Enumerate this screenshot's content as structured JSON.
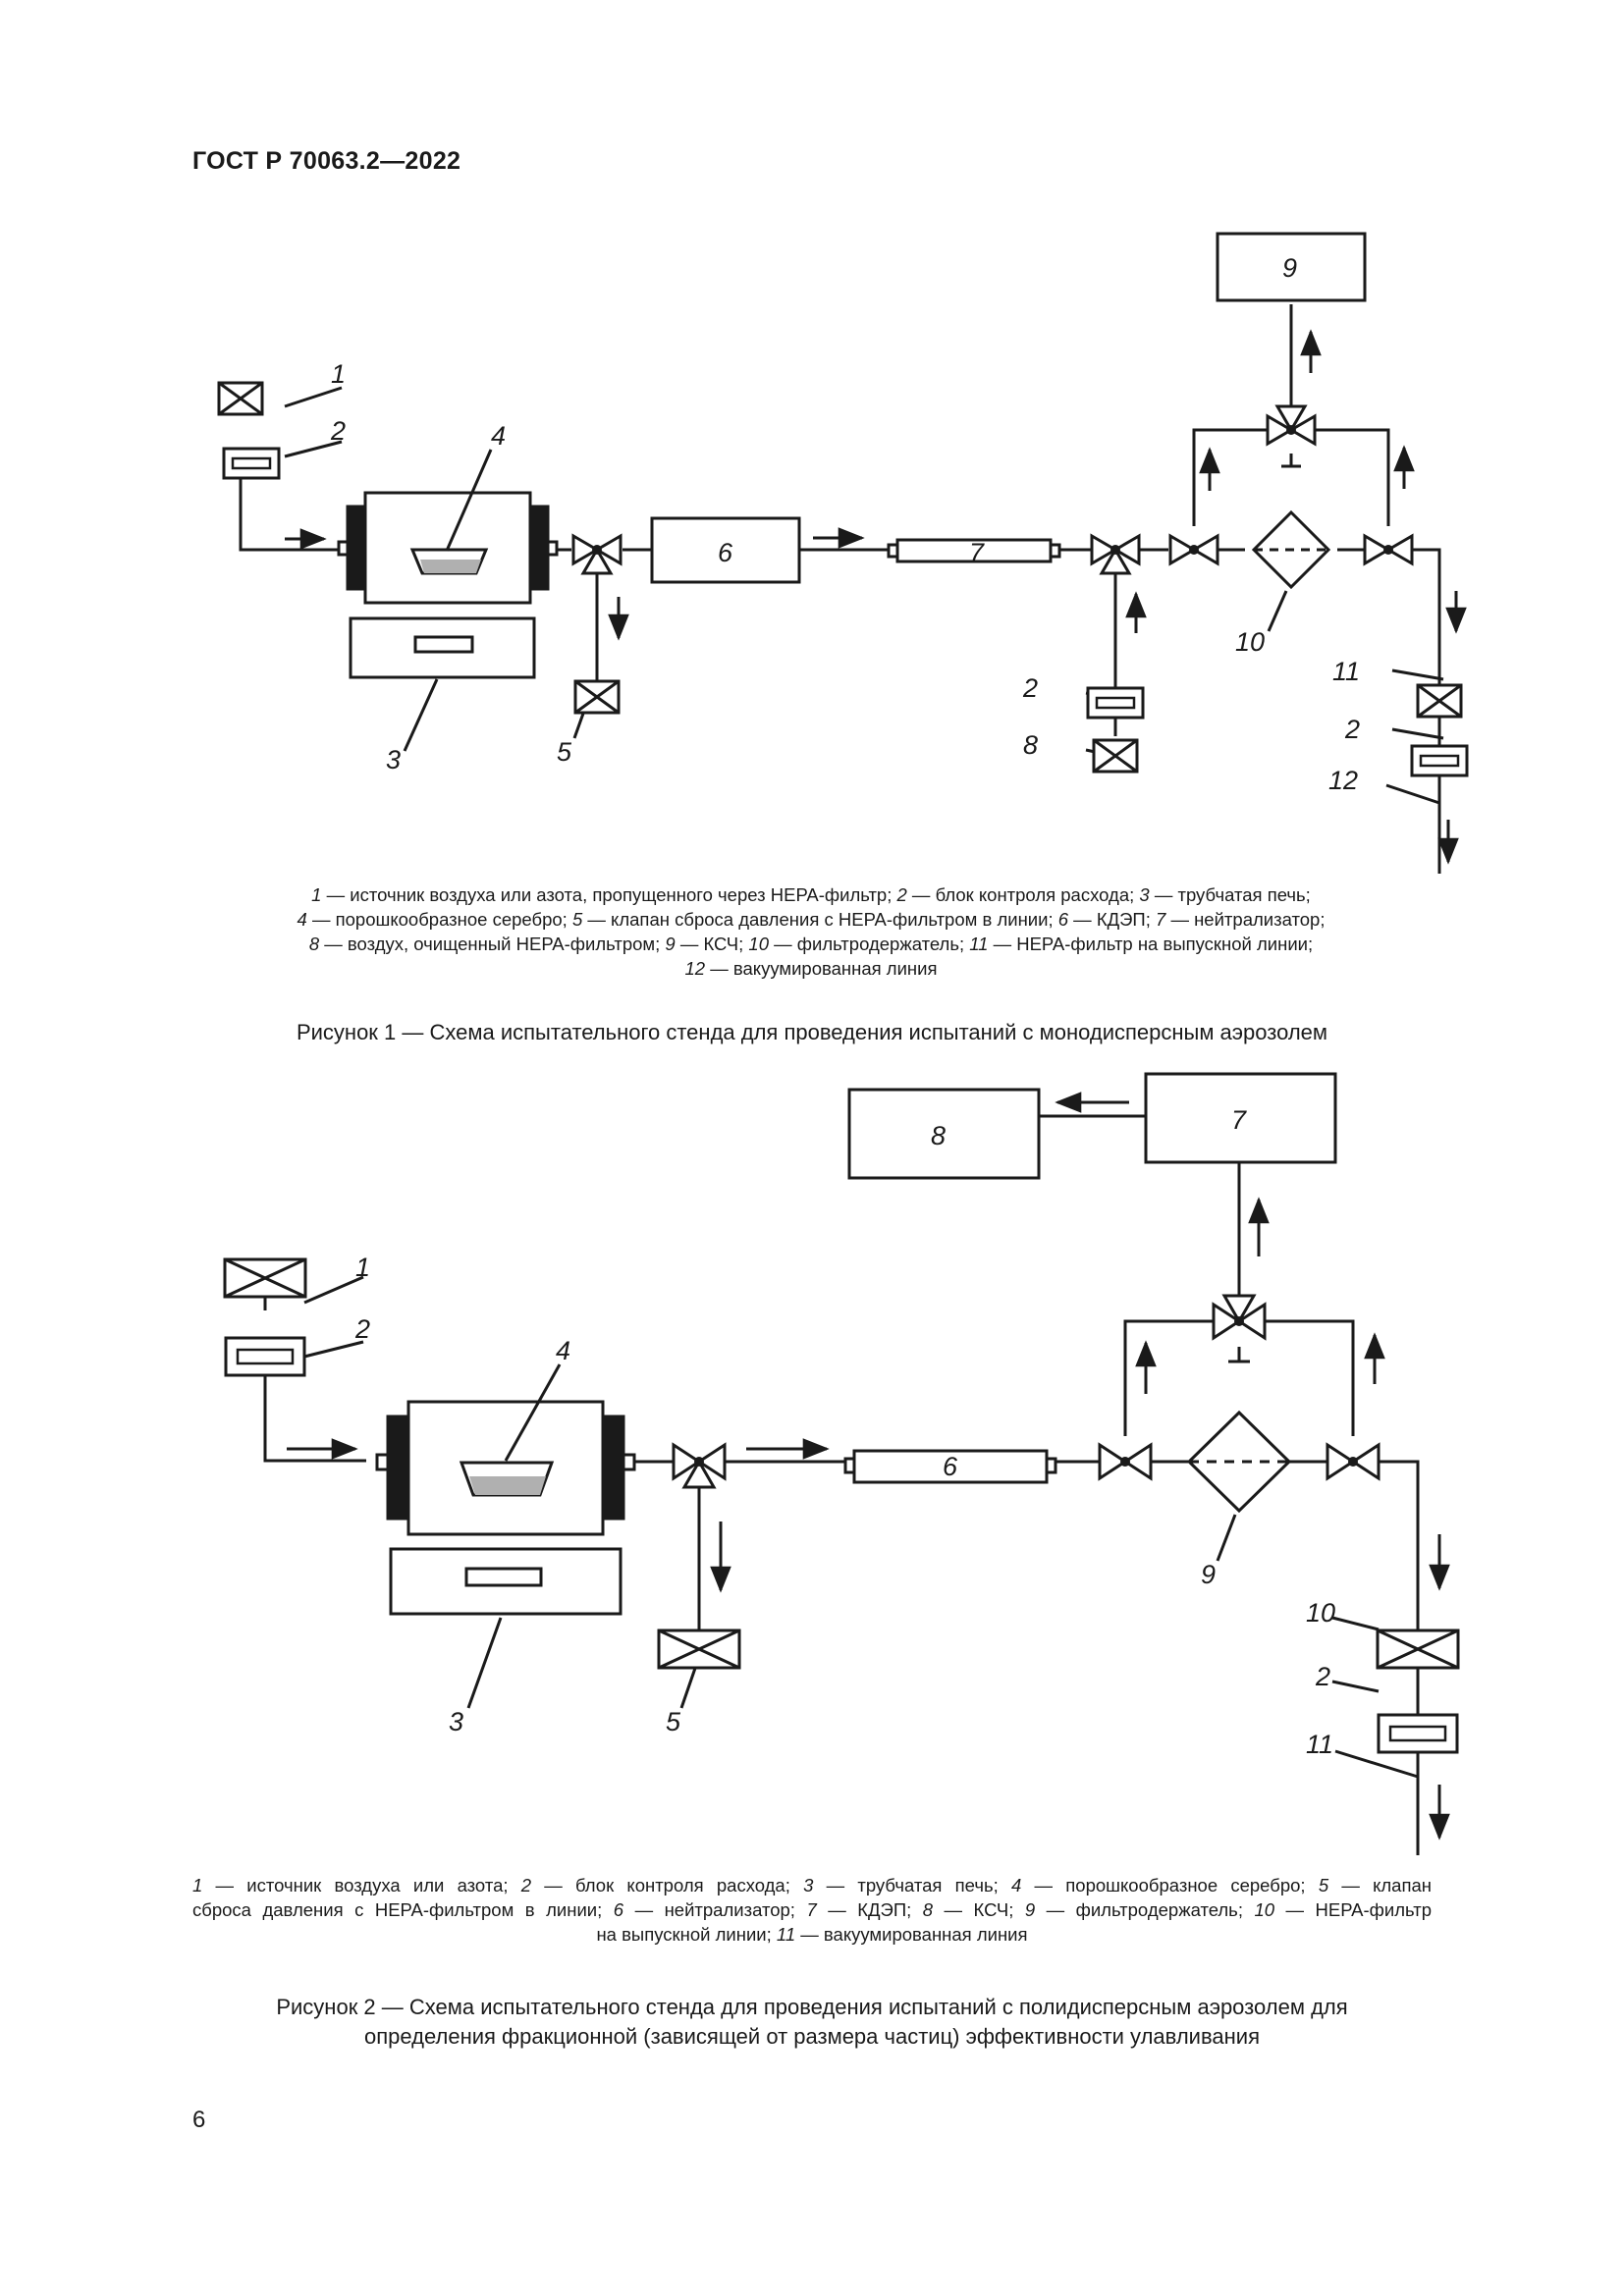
{
  "header": {
    "doc_id": "ГОСТ Р 70063.2—2022"
  },
  "figure1": {
    "labels": {
      "l1": "1",
      "l2a": "2",
      "l2b": "2",
      "l2c": "2",
      "l3": "3",
      "l4": "4",
      "l5": "5",
      "l6": "6",
      "l7": "7",
      "l8": "8",
      "l9": "9",
      "l10": "10",
      "l11": "11",
      "l12": "12"
    },
    "legend": [
      {
        "n": "1",
        "t": " — источник воздуха или азота, пропущенного через HEPA-фильтр; "
      },
      {
        "n": "2",
        "t": " — блок контроля расхода; "
      },
      {
        "n": "3",
        "t": " — трубчатая печь;"
      },
      {
        "n": "4",
        "t": " — порошкообразное серебро; "
      },
      {
        "n": "5",
        "t": " — клапан сброса давления с HEPA-фильтром в линии; "
      },
      {
        "n": "6",
        "t": " — КДЭП; "
      },
      {
        "n": "7",
        "t": " — нейтрализатор;"
      },
      {
        "n": "8",
        "t": " — воздух, очищенный HEPA-фильтром; "
      },
      {
        "n": "9",
        "t": " — КСЧ; "
      },
      {
        "n": "10",
        "t": " — фильтродержатель; "
      },
      {
        "n": "11",
        "t": " — HEPA-фильтр на выпускной линии;"
      },
      {
        "n": "12",
        "t": " — вакуумированная линия"
      }
    ],
    "caption": "Рисунок 1 — Схема испытательного стенда для проведения испытаний с монодисперсным аэрозолем"
  },
  "figure2": {
    "labels": {
      "l1": "1",
      "l2a": "2",
      "l2b": "2",
      "l3": "3",
      "l4": "4",
      "l5": "5",
      "l6": "6",
      "l7": "7",
      "l8": "8",
      "l9": "9",
      "l10": "10",
      "l11": "11"
    },
    "legend": [
      {
        "n": "1",
        "t": " — источник воздуха или азота; "
      },
      {
        "n": "2",
        "t": " — блок контроля расхода; "
      },
      {
        "n": "3",
        "t": " — трубчатая печь; "
      },
      {
        "n": "4",
        "t": " — порошкообразное серебро; "
      },
      {
        "n": "5",
        "t": " — клапан"
      },
      {
        "n": "",
        "t": "сброса давления с HEPA-фильтром в линии; "
      },
      {
        "n": "6",
        "t": " — нейтрализатор; "
      },
      {
        "n": "7",
        "t": " — КДЭП; "
      },
      {
        "n": "8",
        "t": " — КСЧ; "
      },
      {
        "n": "9",
        "t": " — фильтродержатель; "
      },
      {
        "n": "10",
        "t": " — HEPA-фильтр"
      },
      {
        "n": "",
        "t": "на выпускной линии; "
      },
      {
        "n": "11",
        "t": " — вакуумированная линия"
      }
    ],
    "caption_line1": "Рисунок 2 — Схема испытательного стенда для проведения испытаний с полидисперсным аэрозолем для",
    "caption_line2": "определения фракционной (зависящей от размера частиц) эффективности улавливания"
  },
  "footer": {
    "page_number": "6"
  }
}
